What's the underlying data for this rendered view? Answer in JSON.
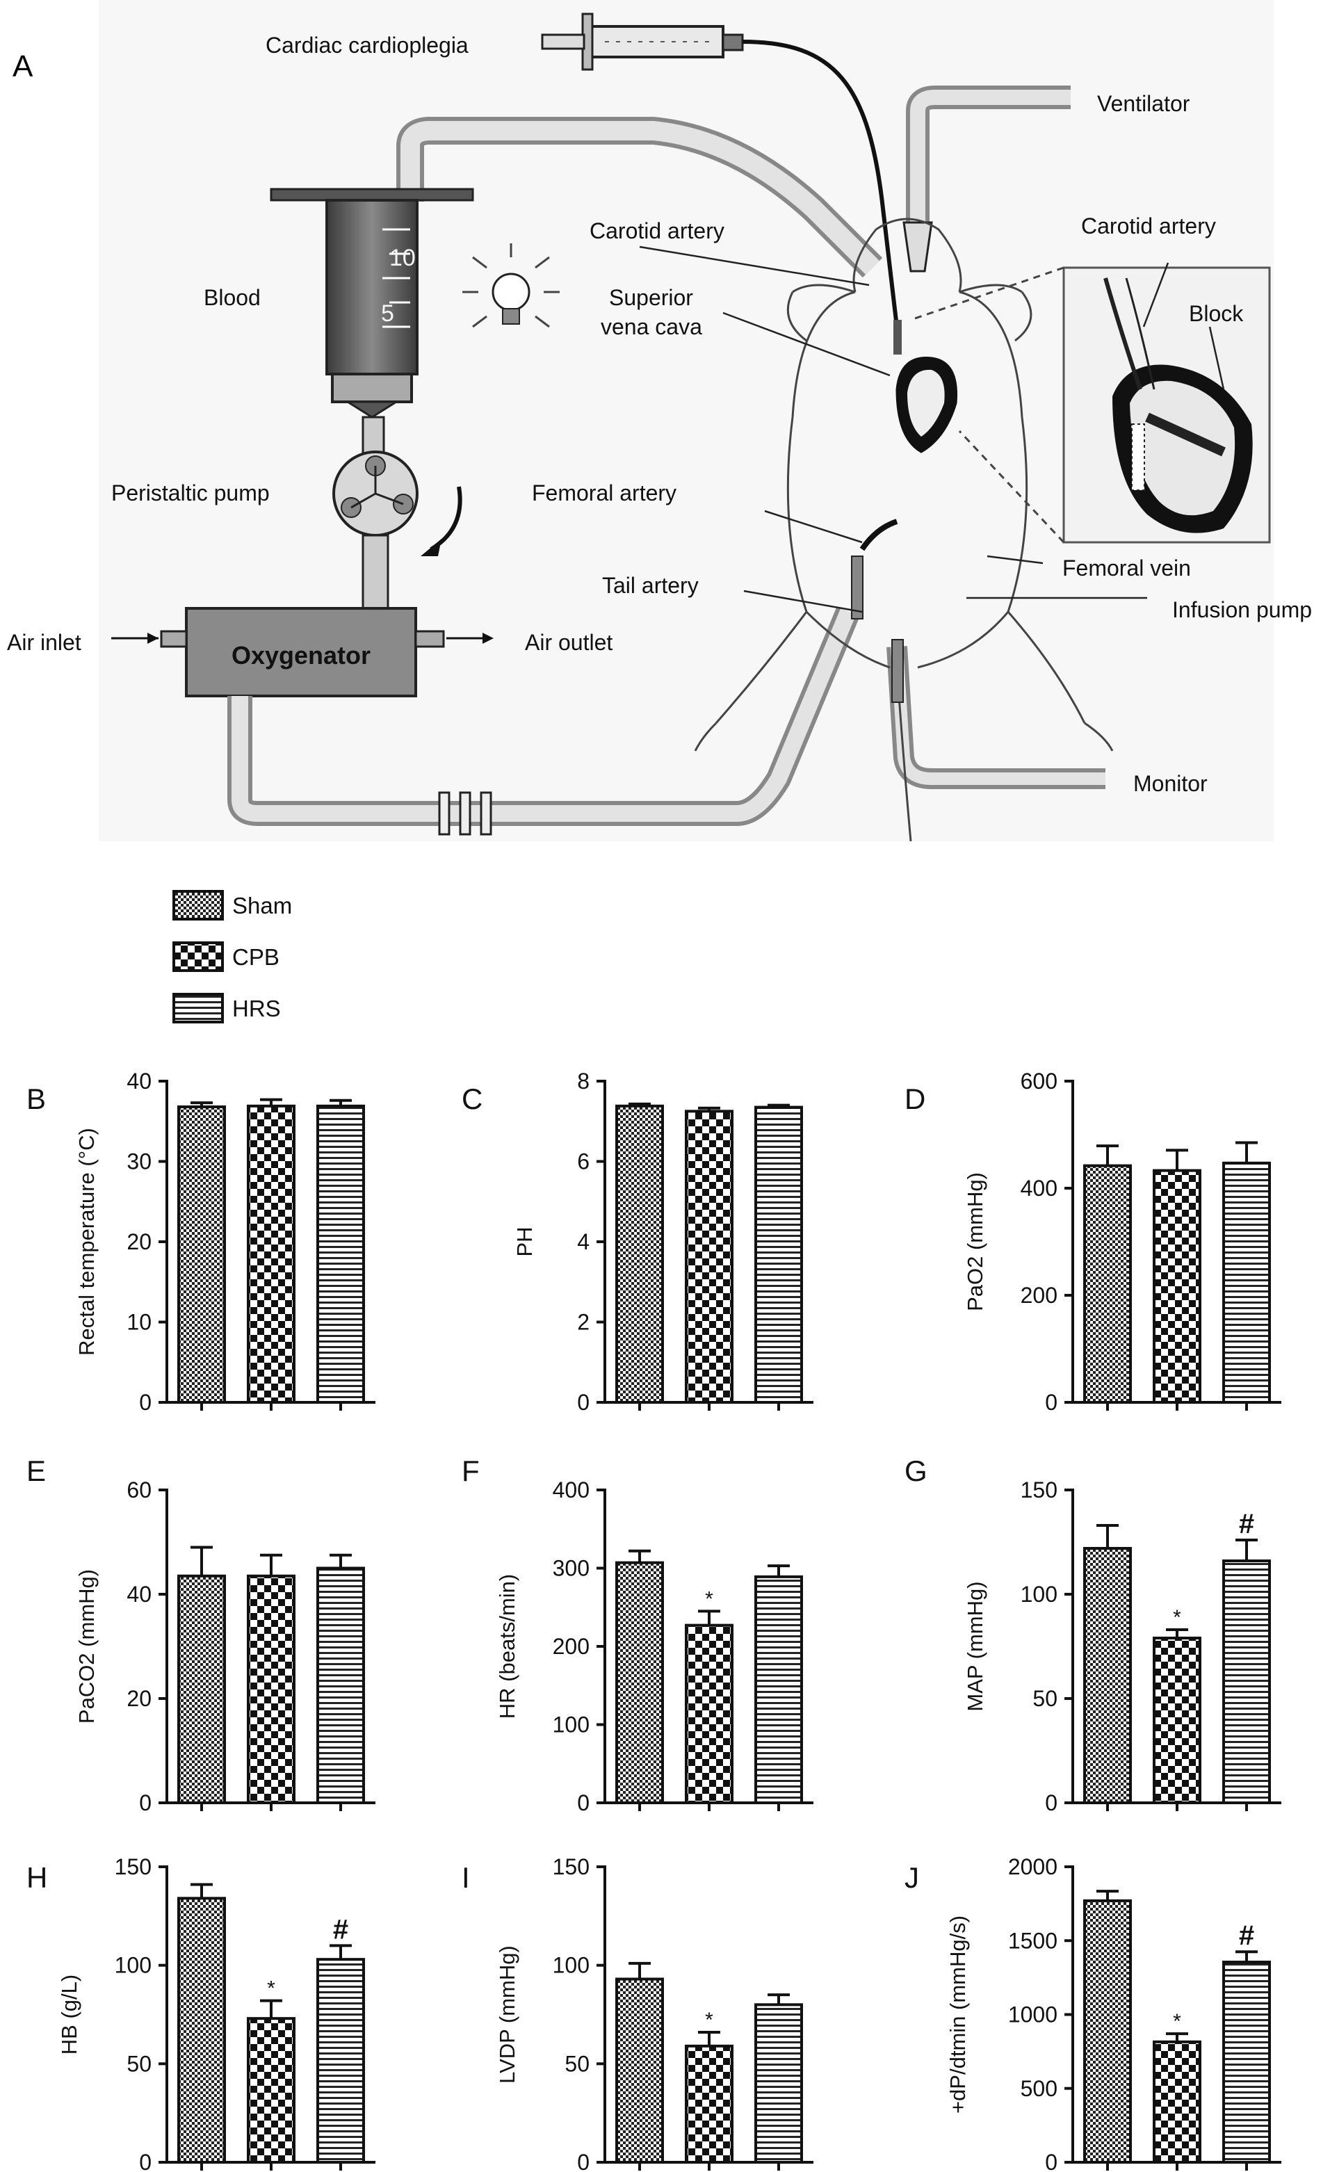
{
  "panel_letters": {
    "a": "A",
    "b": "B",
    "c": "C",
    "d": "D",
    "e": "E",
    "f": "F",
    "g": "G",
    "h": "H",
    "i": "I",
    "j": "J"
  },
  "diagram_labels": {
    "cardioplegia": "Cardiac cardioplegia",
    "ventilator": "Ventilator",
    "carotid_artery_1": "Carotid artery",
    "carotid_artery_2": "Carotid artery",
    "blood": "Blood",
    "superior_vena_cava_1": "Superior",
    "superior_vena_cava_2": "vena cava",
    "block": "Block",
    "peristaltic_pump": "Peristaltic pump",
    "femoral_artery": "Femoral artery",
    "femoral_vein": "Femoral vein",
    "tail_artery": "Tail artery",
    "infusion_pump": "Infusion pump",
    "air_inlet": "Air inlet",
    "air_outlet": "Air outlet",
    "oxygenator": "Oxygenator",
    "monitor": "Monitor",
    "reservoir_mark_10": "10",
    "reservoir_mark_5": "5"
  },
  "legend": [
    {
      "label": "Sham",
      "pattern": "sham"
    },
    {
      "label": "CPB",
      "pattern": "cpb"
    },
    {
      "label": "HRS",
      "pattern": "hrs"
    }
  ],
  "chart_data": [
    {
      "panel": "B",
      "type": "bar",
      "categories": [
        "Sham",
        "CPB",
        "HRS"
      ],
      "values": [
        36.8,
        36.9,
        36.9
      ],
      "errors": [
        0.5,
        0.8,
        0.7
      ],
      "annotations": [
        "",
        "",
        ""
      ],
      "ylabel": "Rectal temperature (°C)",
      "ylim": [
        0,
        40
      ],
      "yticks": [
        0,
        10,
        20,
        30,
        40
      ]
    },
    {
      "panel": "C",
      "type": "bar",
      "categories": [
        "Sham",
        "CPB",
        "HRS"
      ],
      "values": [
        7.38,
        7.25,
        7.35
      ],
      "errors": [
        0.05,
        0.08,
        0.05
      ],
      "annotations": [
        "",
        "",
        ""
      ],
      "ylabel": "PH",
      "ylim": [
        0,
        8
      ],
      "yticks": [
        0,
        2,
        4,
        6,
        8
      ]
    },
    {
      "panel": "D",
      "type": "bar",
      "categories": [
        "Sham",
        "CPB",
        "HRS"
      ],
      "values": [
        442,
        433,
        447
      ],
      "errors": [
        37,
        38,
        38
      ],
      "annotations": [
        "",
        "",
        ""
      ],
      "ylabel": "PaO2 (mmHg)",
      "ylim": [
        0,
        600
      ],
      "yticks": [
        0,
        200,
        400,
        600
      ]
    },
    {
      "panel": "E",
      "type": "bar",
      "categories": [
        "Sham",
        "CPB",
        "HRS"
      ],
      "values": [
        43.5,
        43.5,
        45
      ],
      "errors": [
        5.5,
        4,
        2.5
      ],
      "annotations": [
        "",
        "",
        ""
      ],
      "ylabel": "PaCO2 (mmHg)",
      "ylim": [
        0,
        60
      ],
      "yticks": [
        0,
        20,
        40,
        60
      ]
    },
    {
      "panel": "F",
      "type": "bar",
      "categories": [
        "Sham",
        "CPB",
        "HRS"
      ],
      "values": [
        307,
        227,
        289
      ],
      "errors": [
        15,
        18,
        14
      ],
      "annotations": [
        "",
        "*",
        ""
      ],
      "ylabel": "HR (beats/min)",
      "ylim": [
        0,
        400
      ],
      "yticks": [
        0,
        100,
        200,
        300,
        400
      ]
    },
    {
      "panel": "G",
      "type": "bar",
      "categories": [
        "Sham",
        "CPB",
        "HRS"
      ],
      "values": [
        122,
        79,
        116
      ],
      "errors": [
        11,
        4,
        10
      ],
      "annotations": [
        "",
        "*",
        "#"
      ],
      "ylabel": "MAP (mmHg)",
      "ylim": [
        0,
        150
      ],
      "yticks": [
        0,
        50,
        100,
        150
      ]
    },
    {
      "panel": "H",
      "type": "bar",
      "categories": [
        "Sham",
        "CPB",
        "HRS"
      ],
      "values": [
        134,
        73,
        103
      ],
      "errors": [
        7,
        9,
        7
      ],
      "annotations": [
        "",
        "*",
        "#"
      ],
      "ylabel": "HB (g/L)",
      "ylim": [
        0,
        150
      ],
      "yticks": [
        0,
        50,
        100,
        150
      ]
    },
    {
      "panel": "I",
      "type": "bar",
      "categories": [
        "Sham",
        "CPB",
        "HRS"
      ],
      "values": [
        93,
        59,
        80
      ],
      "errors": [
        8,
        7,
        5
      ],
      "annotations": [
        "",
        "*",
        ""
      ],
      "ylabel": "LVDP (mmHg)",
      "ylim": [
        0,
        150
      ],
      "yticks": [
        0,
        50,
        100,
        150
      ]
    },
    {
      "panel": "J",
      "type": "bar",
      "categories": [
        "Sham",
        "CPB",
        "HRS"
      ],
      "values": [
        1770,
        815,
        1355
      ],
      "errors": [
        65,
        55,
        70
      ],
      "annotations": [
        "",
        "*",
        "#"
      ],
      "ylabel": "+dP/dtmin (mmHg/s)",
      "ylim": [
        0,
        2000
      ],
      "yticks": [
        0,
        500,
        1000,
        1500,
        2000
      ]
    }
  ]
}
